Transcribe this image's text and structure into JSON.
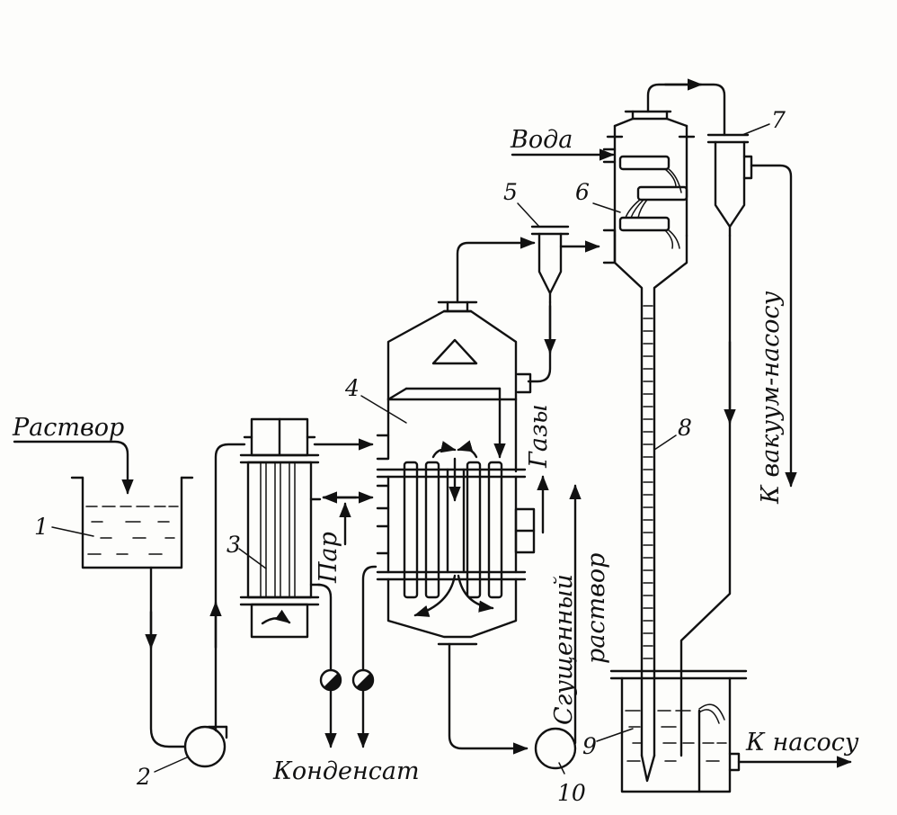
{
  "labels": {
    "solution": "Раствор",
    "water": "Вода",
    "steam": "Пар",
    "gases": "Газы",
    "condensate": "Конденсат",
    "concentrated_line1": "Сгущенный",
    "concentrated_line2": "раствор",
    "to_vacuum_pump": "К вакуум-насосу",
    "to_pump": "К насосу"
  },
  "numbers": {
    "n1": "1",
    "n2": "2",
    "n3": "3",
    "n4": "4",
    "n5": "5",
    "n6": "6",
    "n7": "7",
    "n8": "8",
    "n9": "9",
    "n10": "10"
  }
}
